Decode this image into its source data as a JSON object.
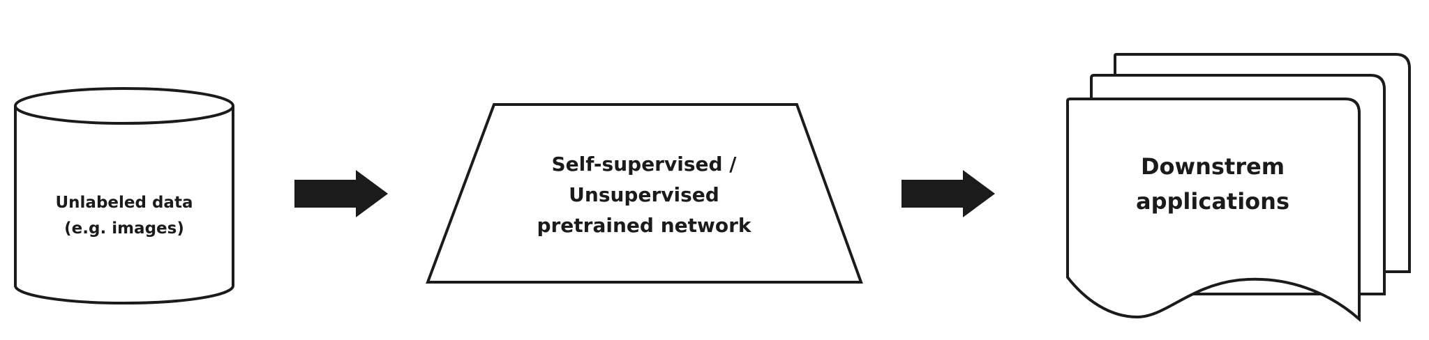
{
  "nodes": {
    "data_store": {
      "line1": "Unlabeled data",
      "line2": "(e.g. images)"
    },
    "network": {
      "line1": "Self-supervised /",
      "line2": "Unsupervised",
      "line3": "pretrained network"
    },
    "applications": {
      "line1": "Downstrem",
      "line2": "applications"
    }
  },
  "colors": {
    "stroke": "#1b1b1b",
    "fill": "#ffffff",
    "arrow": "#1b1b1b"
  }
}
